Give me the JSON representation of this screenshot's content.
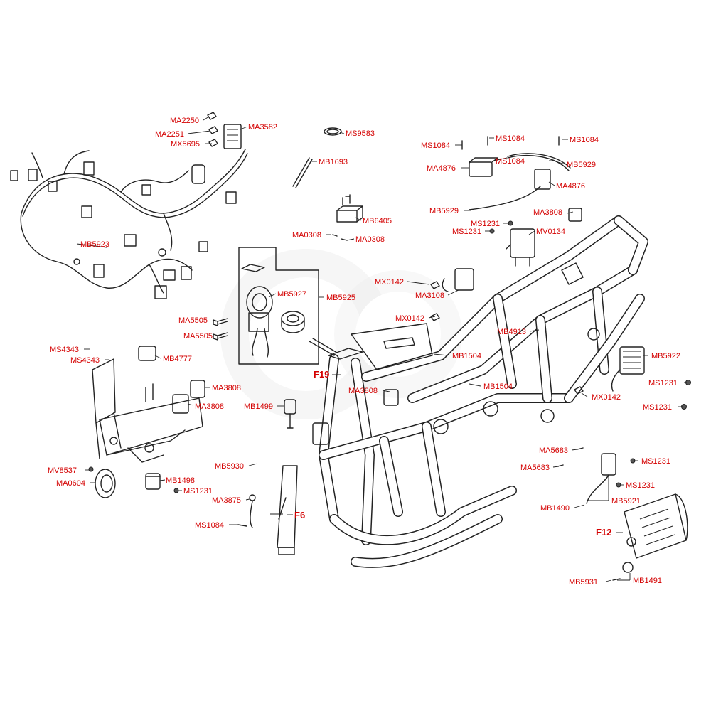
{
  "figure_refs": {
    "f19": "F19",
    "f6": "F6",
    "f12": "F12"
  },
  "label_color": "#d40000",
  "line_color": "#222222",
  "parts": {
    "ma2250": "MA2250",
    "ma2251": "MA2251",
    "mx5695": "MX5695",
    "ma3582": "MA3582",
    "mb5923": "MB5923",
    "ms9583": "MS9583",
    "mb1693": "MB1693",
    "mb6405": "MB6405",
    "ma0308_a": "MA0308",
    "ma0308_b": "MA0308",
    "mb5927": "MB5927",
    "mb5925": "MB5925",
    "ma5505_a": "MA5505",
    "ma5505_b": "MA5505",
    "ms4343_a": "MS4343",
    "ms4343_b": "MS4343",
    "mb4777": "MB4777",
    "ma3808_a": "MA3808",
    "ma3808_b": "MA3808",
    "mb1499": "MB1499",
    "mv8537": "MV8537",
    "ma0604": "MA0604",
    "mb1498": "MB1498",
    "ms1231_a": "MS1231",
    "mb5930": "MB5930",
    "ma3875": "MA3875",
    "ms1084_a": "MS1084",
    "ms1084_b": "MS1084",
    "ms1084_c": "MS1084",
    "ms1084_d": "MS1084",
    "ms1084_e": "MS1084",
    "ma4876_a": "MA4876",
    "ma4876_b": "MA4876",
    "mb5929_a": "MB5929",
    "mb5929_b": "MB5929",
    "ma3808_c": "MA3808",
    "ms1231_b": "MS1231",
    "ms1231_c": "MS1231",
    "mv0134": "MV0134",
    "mx0142_a": "MX0142",
    "ma3108": "MA3108",
    "mx0142_b": "MX0142",
    "mb4913": "MB4913",
    "mb1504_a": "MB1504",
    "mb1504_b": "MB1504",
    "ma3808_d": "MA3808",
    "mb5922": "MB5922",
    "ms1231_d": "MS1231",
    "mx0142_c": "MX0142",
    "ms1231_e": "MS1231",
    "ma5683_a": "MA5683",
    "ma5683_b": "MA5683",
    "ms1231_f": "MS1231",
    "ms1231_g": "MS1231",
    "mb1490": "MB1490",
    "mb5921": "MB5921",
    "mb5931": "MB5931",
    "mb1491": "MB1491"
  }
}
